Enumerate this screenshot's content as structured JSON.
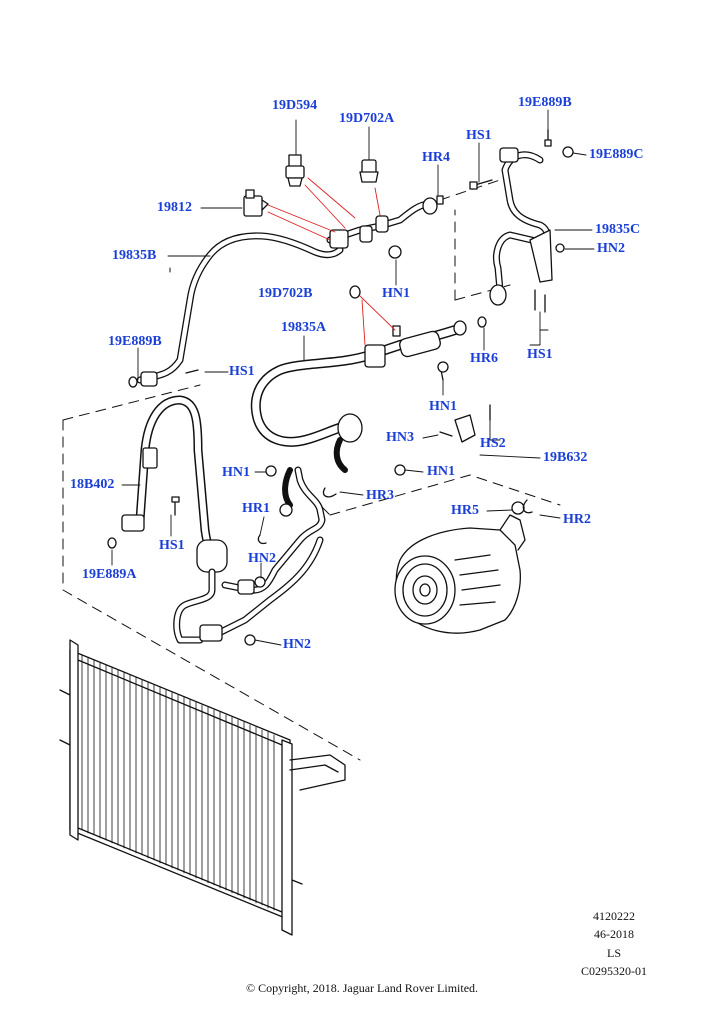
{
  "callouts": {
    "p19D594": "19D594",
    "p19D702A": "19D702A",
    "p19E889B_top": "19E889B",
    "p19E889C": "19E889C",
    "pHS1_top": "HS1",
    "pHR4": "HR4",
    "p19812": "19812",
    "p19835C": "19835C",
    "pHN2_right": "HN2",
    "p19835B": "19835B",
    "p19D702B": "19D702B",
    "pHN1_mid": "HN1",
    "pHS1_right": "HS1",
    "p19835A": "19835A",
    "pHR6": "HR6",
    "p19E889B_left": "19E889B",
    "pHS1_left": "HS1",
    "pHN1_low": "HN1",
    "pHN3": "HN3",
    "pHS2": "HS2",
    "p19B632": "19B632",
    "pHN1_left": "HN1",
    "pHN1_right": "HN1",
    "p18B402": "18B402",
    "pHR3": "HR3",
    "pHR1": "HR1",
    "pHR5": "HR5",
    "pHR2": "HR2",
    "pHS1_bottom": "HS1",
    "pHN2_left": "HN2",
    "p19E889A": "19E889A",
    "pHN2_bottom": "HN2"
  },
  "reference": {
    "line1": "4120222",
    "line2": "46-2018",
    "line3": "LS",
    "line4": "C0295320-01"
  },
  "copyright": "© Copyright, 2018. Jaguar Land Rover Limited.",
  "colors": {
    "label": "#1a3fd6",
    "linework": "#111111",
    "leader_highlight": "#e02020"
  }
}
